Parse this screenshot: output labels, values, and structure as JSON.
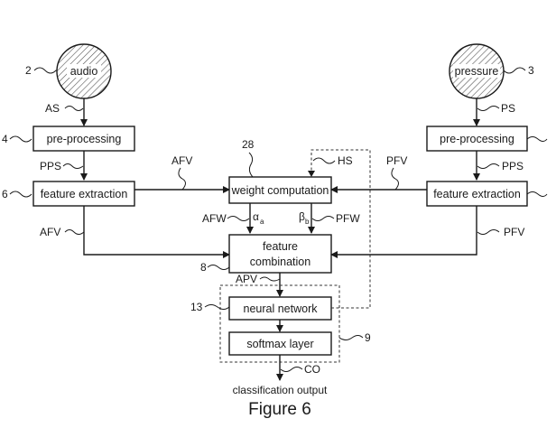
{
  "sources": {
    "audio": "audio",
    "pressure": "pressure"
  },
  "blocks": {
    "pre_processing_left": "pre-processing",
    "pre_processing_right": "pre-processing",
    "feature_extraction_left": "feature extraction",
    "feature_extraction_right": "feature extraction",
    "weight_computation": "weight computation",
    "feature_combination_line1": "feature",
    "feature_combination_line2": "combination",
    "neural_network": "neural network",
    "softmax_layer": "softmax layer"
  },
  "signals": {
    "as": "AS",
    "pps": "PPS",
    "afv_top": "AFV",
    "afv_left": "AFV",
    "afw": "AFW",
    "alpha": "α",
    "alpha_sub": "a",
    "beta": "β",
    "beta_sub": "b",
    "pfw": "PFW",
    "hs": "HS",
    "pfv_top": "PFV",
    "ps": "PS",
    "pps_right": "PPS",
    "pfv_right": "PFV",
    "apv": "APV",
    "co": "CO"
  },
  "references": {
    "audio": "2",
    "pressure": "3",
    "pre_left": "4",
    "fe_left": "6",
    "weight": "28",
    "combination": "8",
    "neural": "13",
    "group": "9"
  },
  "output_label": "classification output",
  "figure_title": "Figure 6"
}
